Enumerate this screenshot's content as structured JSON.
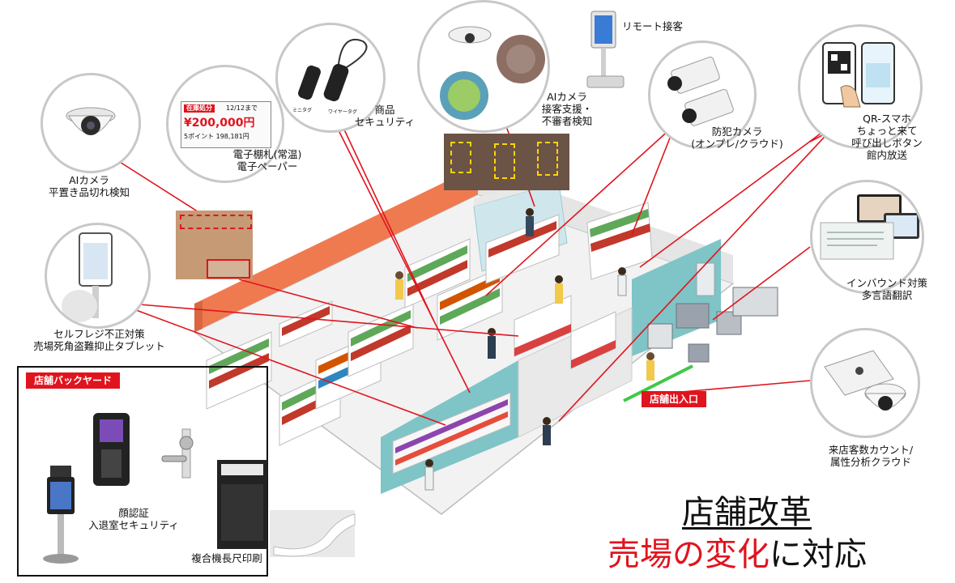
{
  "labels": {
    "ai_camera_shelf": [
      "AIカメラ",
      "平置き品切れ検知"
    ],
    "esl": [
      "電子棚札(常温)",
      "電子ペーパー"
    ],
    "security_tag": [
      "商品",
      "セキュリティ"
    ],
    "ai_camera_service": [
      "AIカメラ",
      "接客支援・",
      "不審者検知"
    ],
    "remote_service": "リモート接客",
    "security_camera": [
      "防犯カメラ",
      "(オンプレ/クラウド)"
    ],
    "qr_smartphone": [
      "QR-スマホ",
      "ちょっと来て",
      "呼び出しボタン",
      "館内放送"
    ],
    "inbound": [
      "インバウンド対策",
      "多言語翻訳"
    ],
    "self_register": [
      "セルフレジ不正対策",
      "売場死角盗難抑止タブレット"
    ],
    "visitor_count": [
      "来店客数カウント/",
      "属性分析クラウド"
    ],
    "face_auth": [
      "顔認証",
      "入退室セキュリティ"
    ],
    "mfp": "複合機長尺印刷"
  },
  "badges": {
    "backyard": "店舗バックヤード",
    "entrance": "店舗出入口"
  },
  "esl_tag": {
    "top_text": "在庫処分",
    "date": "12/12まで",
    "price": "¥200,000円",
    "sub": "5ポイント 198,181円"
  },
  "tag_small_labels": [
    "ミニタグ",
    "ワイヤータグ"
  ],
  "headline": {
    "line1": "店舗改革",
    "line2_red": "売場の変化",
    "line2_black": "に対応"
  },
  "colors": {
    "accent_red": "#e0141e",
    "wall_orange": "#f07a50",
    "wall_teal": "#7fc4c6",
    "circle_border": "#c8c8c8",
    "floor": "#f1f1f1"
  }
}
